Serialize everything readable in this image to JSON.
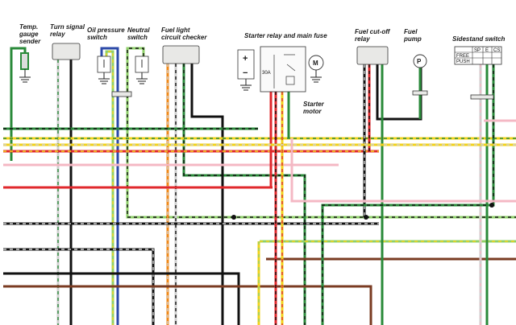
{
  "components": {
    "temp_gauge_sender": "Temp. gauge sender",
    "turn_signal_relay": "Turn signal relay",
    "oil_pressure_switch": "Oil pressure switch",
    "neutral_switch": "Neutral switch",
    "fuel_light_circuit_checker": "Fuel light circuit checker",
    "starter_relay_main_fuse": "Starter relay and main fuse",
    "starter_motor": "Starter motor",
    "fuel_cutoff_relay": "Fuel cut-off relay",
    "fuel_pump": "Fuel pump",
    "sidestand_switch": "Sidestand switch"
  },
  "symbols": {
    "fuse_rating": "30A",
    "motor_letter": "M",
    "pump_letter": "P",
    "plus_sign": "+",
    "minus_sign": "−",
    "switch_positions": [
      "FREE",
      "PUSH"
    ],
    "switch_columns": [
      "SP",
      "E",
      "CS"
    ]
  },
  "colors": {
    "black": "#111111",
    "red": "#e0282c",
    "green": "#2a8a3a",
    "yellow": "#f1d21a",
    "orange": "#f08a1a",
    "pink": "#f4b8c4",
    "brown": "#7a3b22",
    "blue": "#2c4aa8",
    "light_green": "#8fd06a",
    "white_grey": "#cfcfcf"
  }
}
